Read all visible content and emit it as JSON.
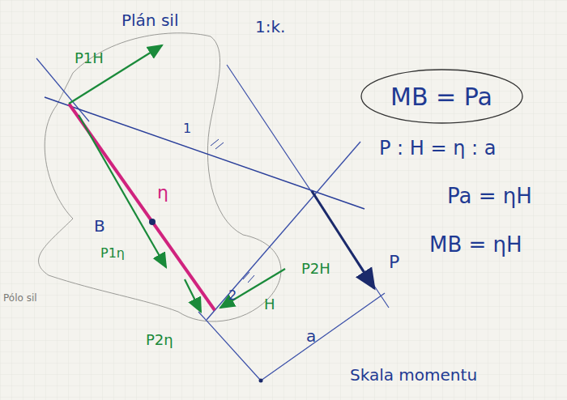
{
  "diagram": {
    "nodes": [
      {
        "text": [
          "MB = Pa"
        ]
      }
    ],
    "labels": [
      "Plán sil",
      "1:k.",
      "P1H",
      "1",
      "η",
      "B",
      "P1η",
      "2",
      "H",
      "P2H",
      "P",
      "P2η",
      "a",
      "Pólo sil",
      "Skala momentu",
      "P : H = η : a",
      "Pa = ηH",
      "MB = ηH"
    ]
  }
}
